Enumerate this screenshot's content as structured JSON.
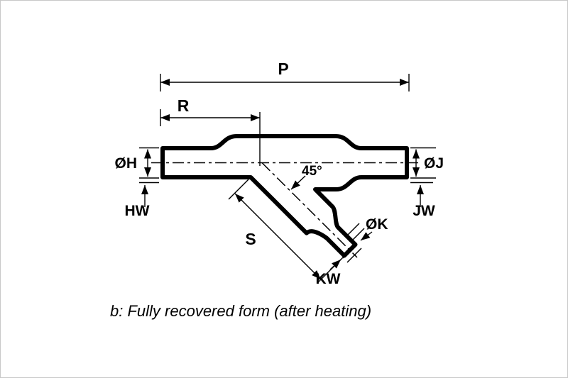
{
  "figure": {
    "caption": "b: Fully recovered form (after heating)",
    "colors": {
      "line": "#000000",
      "background": "#ffffff",
      "frame": "#c8c8c8"
    },
    "labels": {
      "p": "P",
      "r": "R",
      "h": "ØH",
      "hw": "HW",
      "j": "ØJ",
      "jw": "JW",
      "s": "S",
      "k": "ØK",
      "kw": "KW",
      "angle": "45°"
    }
  }
}
